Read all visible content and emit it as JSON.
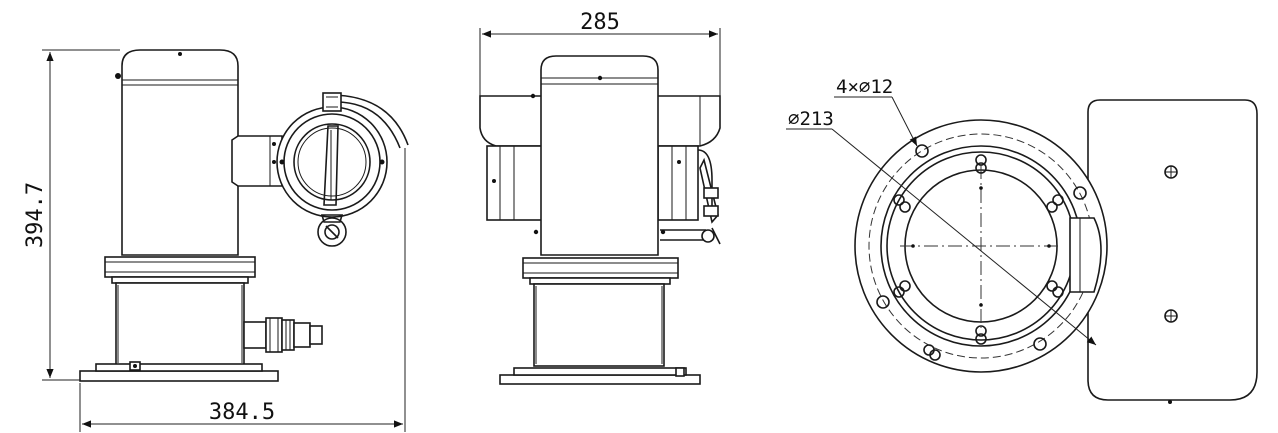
{
  "dimensions": {
    "height": "394.7",
    "width": "384.5",
    "depth": "285",
    "hole_pattern": "4×∅12",
    "bolt_circle": "∅213"
  },
  "colors": {
    "line": "#1a1a1a",
    "background": "#ffffff"
  }
}
